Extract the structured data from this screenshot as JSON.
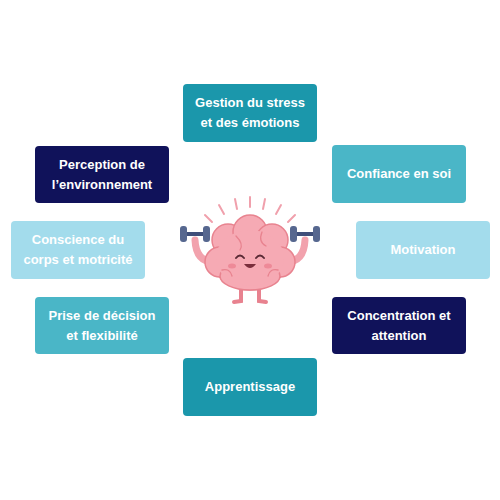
{
  "diagram": {
    "nodes": [
      {
        "text": [
          "Gestion du stress et des émotions"
        ]
      },
      {
        "text": [
          "Perception de l’environnement"
        ]
      },
      {
        "text": [
          "Confiance en soi"
        ]
      },
      {
        "text": [
          "Conscience du corps et motricité"
        ]
      },
      {
        "text": [
          "Motivation"
        ]
      },
      {
        "text": [
          "Prise de décision et flexibilité"
        ]
      },
      {
        "text": [
          "Concentration et attention"
        ]
      },
      {
        "text": [
          "Apprentissage"
        ]
      }
    ]
  }
}
